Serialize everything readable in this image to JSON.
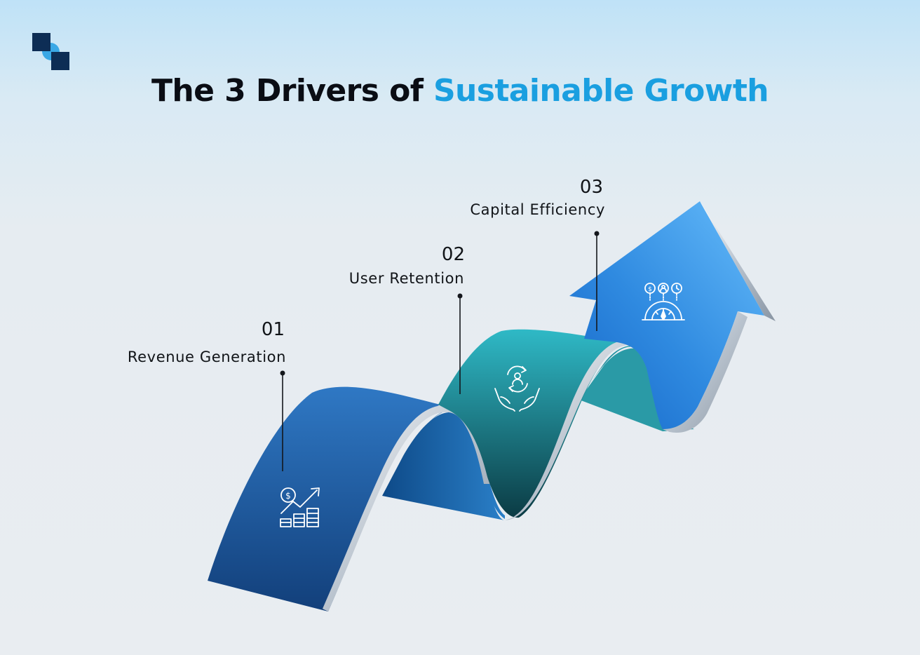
{
  "title": {
    "prefix": "The 3 Drivers of",
    "highlight": "Sustainable Growth"
  },
  "colors": {
    "title_dark": "#0a0d14",
    "title_accent": "#1a9fe0",
    "ribbon_dark_blue": "#1f5fa6",
    "ribbon_teal": "#21a6b0",
    "arrow_blue": "#2f8ae0"
  },
  "drivers": [
    {
      "number": "01",
      "label": "Revenue Generation",
      "icon": "revenue-growth-icon"
    },
    {
      "number": "02",
      "label": "User Retention",
      "icon": "user-retention-icon"
    },
    {
      "number": "03",
      "label": "Capital Efficiency",
      "icon": "capital-efficiency-icon"
    }
  ]
}
